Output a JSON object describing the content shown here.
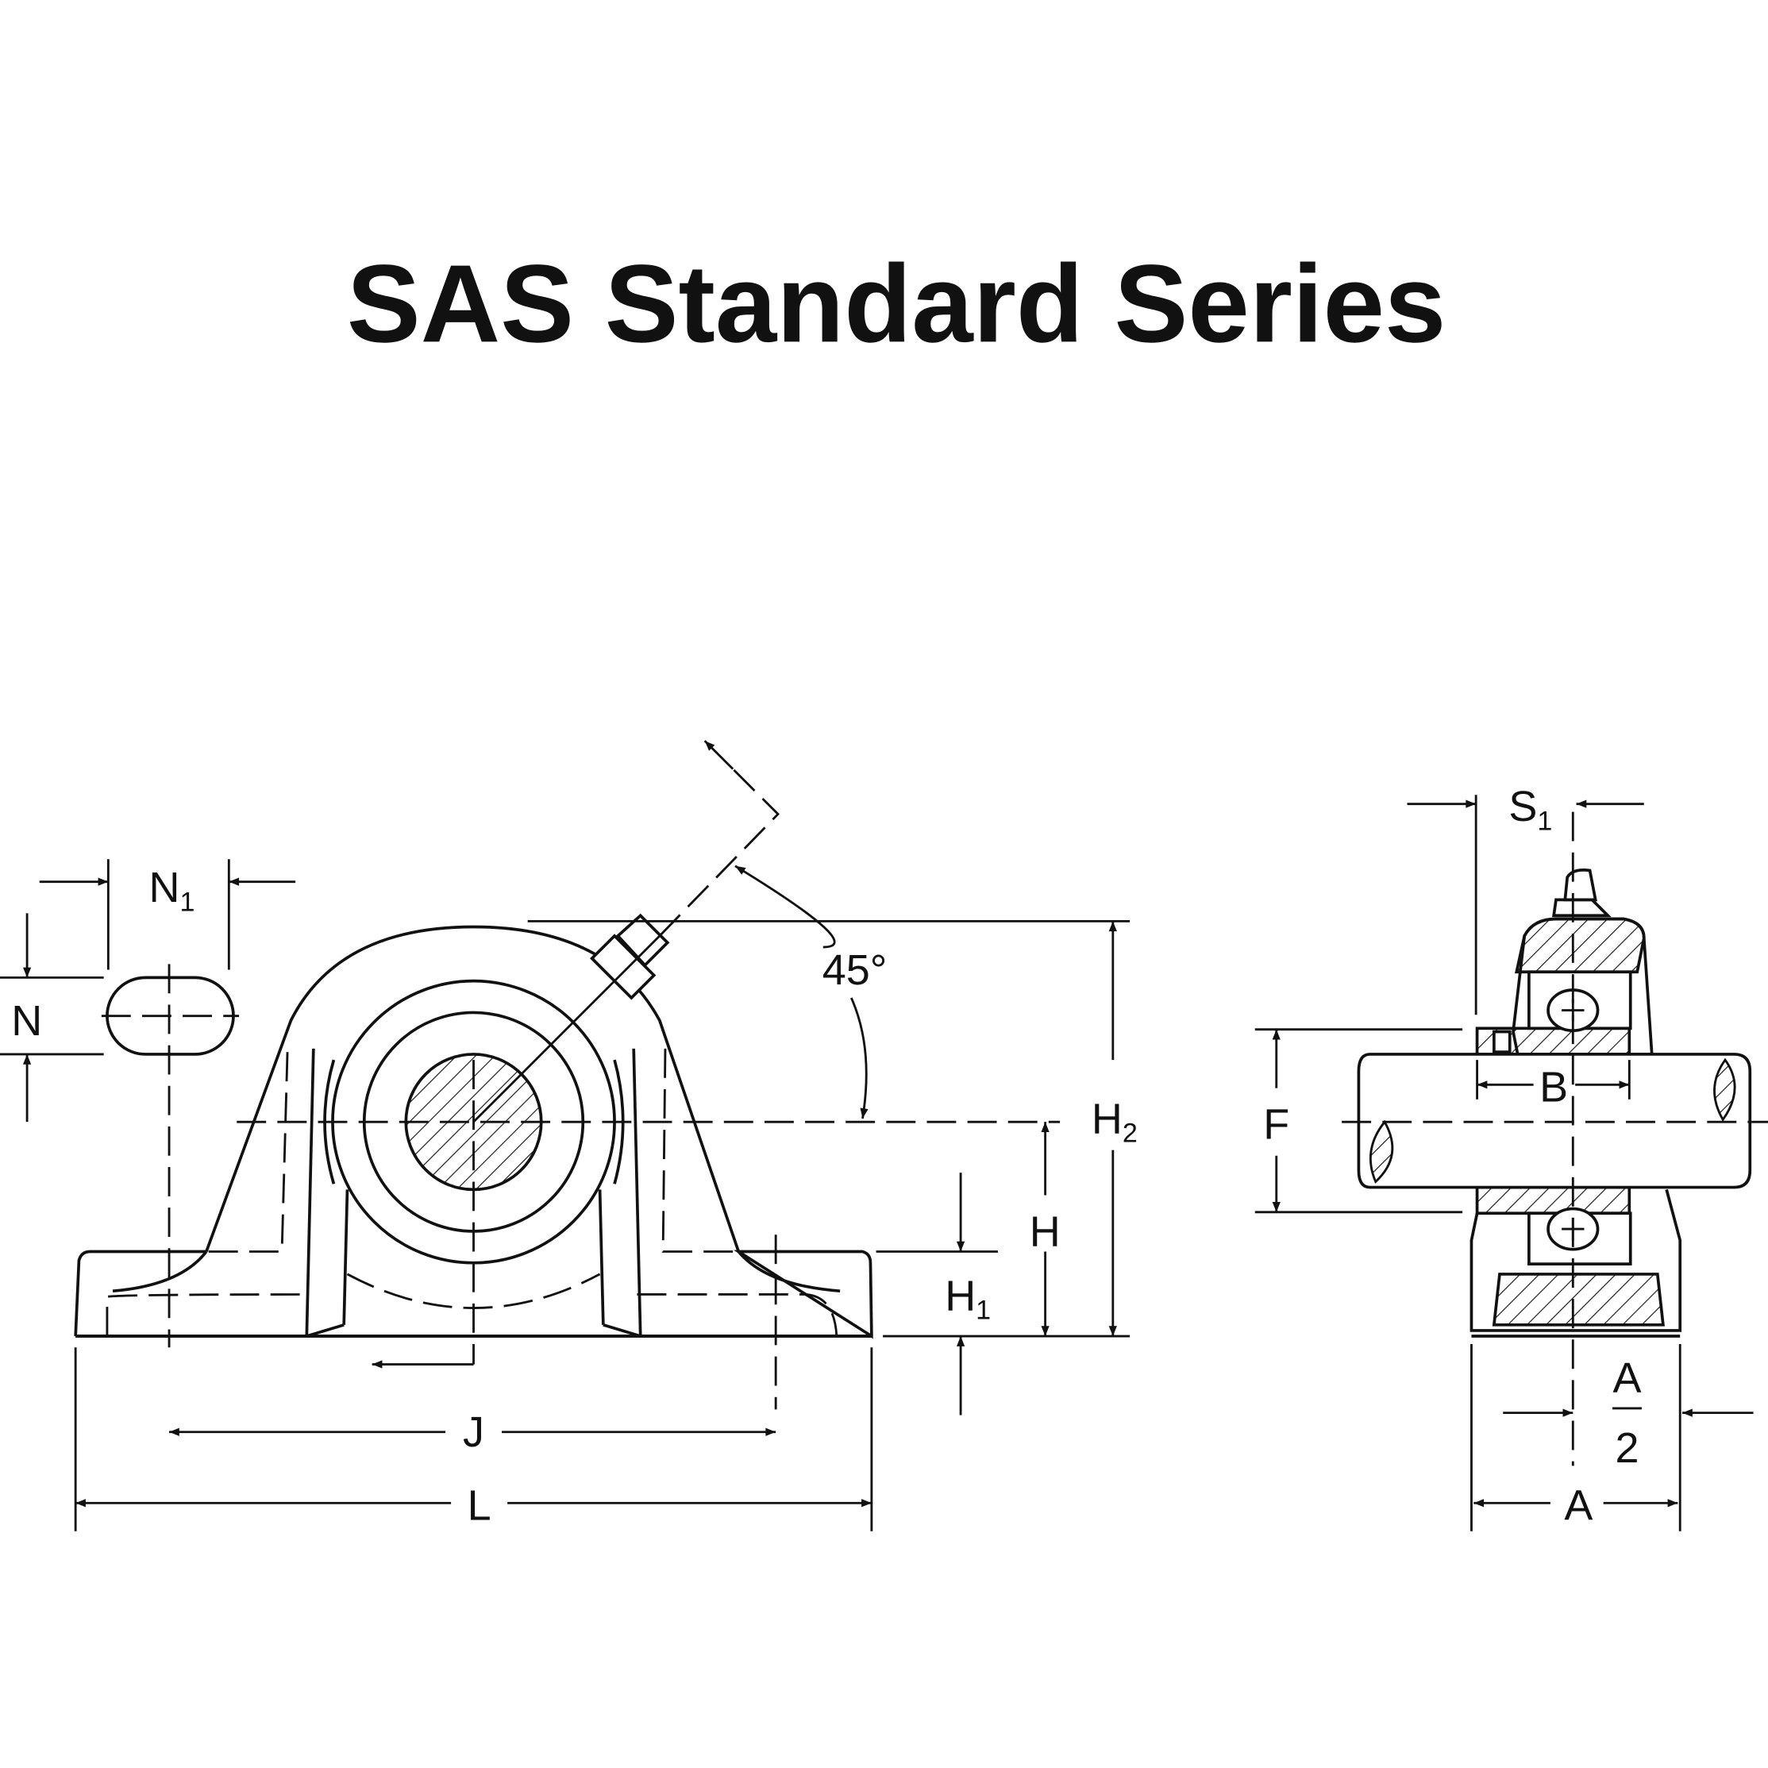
{
  "title": "SAS Standard Series",
  "labels": {
    "N1": "N",
    "N1_sub": "1",
    "N": "N",
    "angle": "45°",
    "H2": "H",
    "H2_sub": "2",
    "H": "H",
    "H1": "H",
    "H1_sub": "1",
    "J": "J",
    "L": "L",
    "S1": "S",
    "S1_sub": "1",
    "B": "B",
    "F": "F",
    "A_half_num": "A",
    "A_half_den": "2",
    "A": "A"
  },
  "colors": {
    "ink": "#111111",
    "background": "#ffffff"
  }
}
